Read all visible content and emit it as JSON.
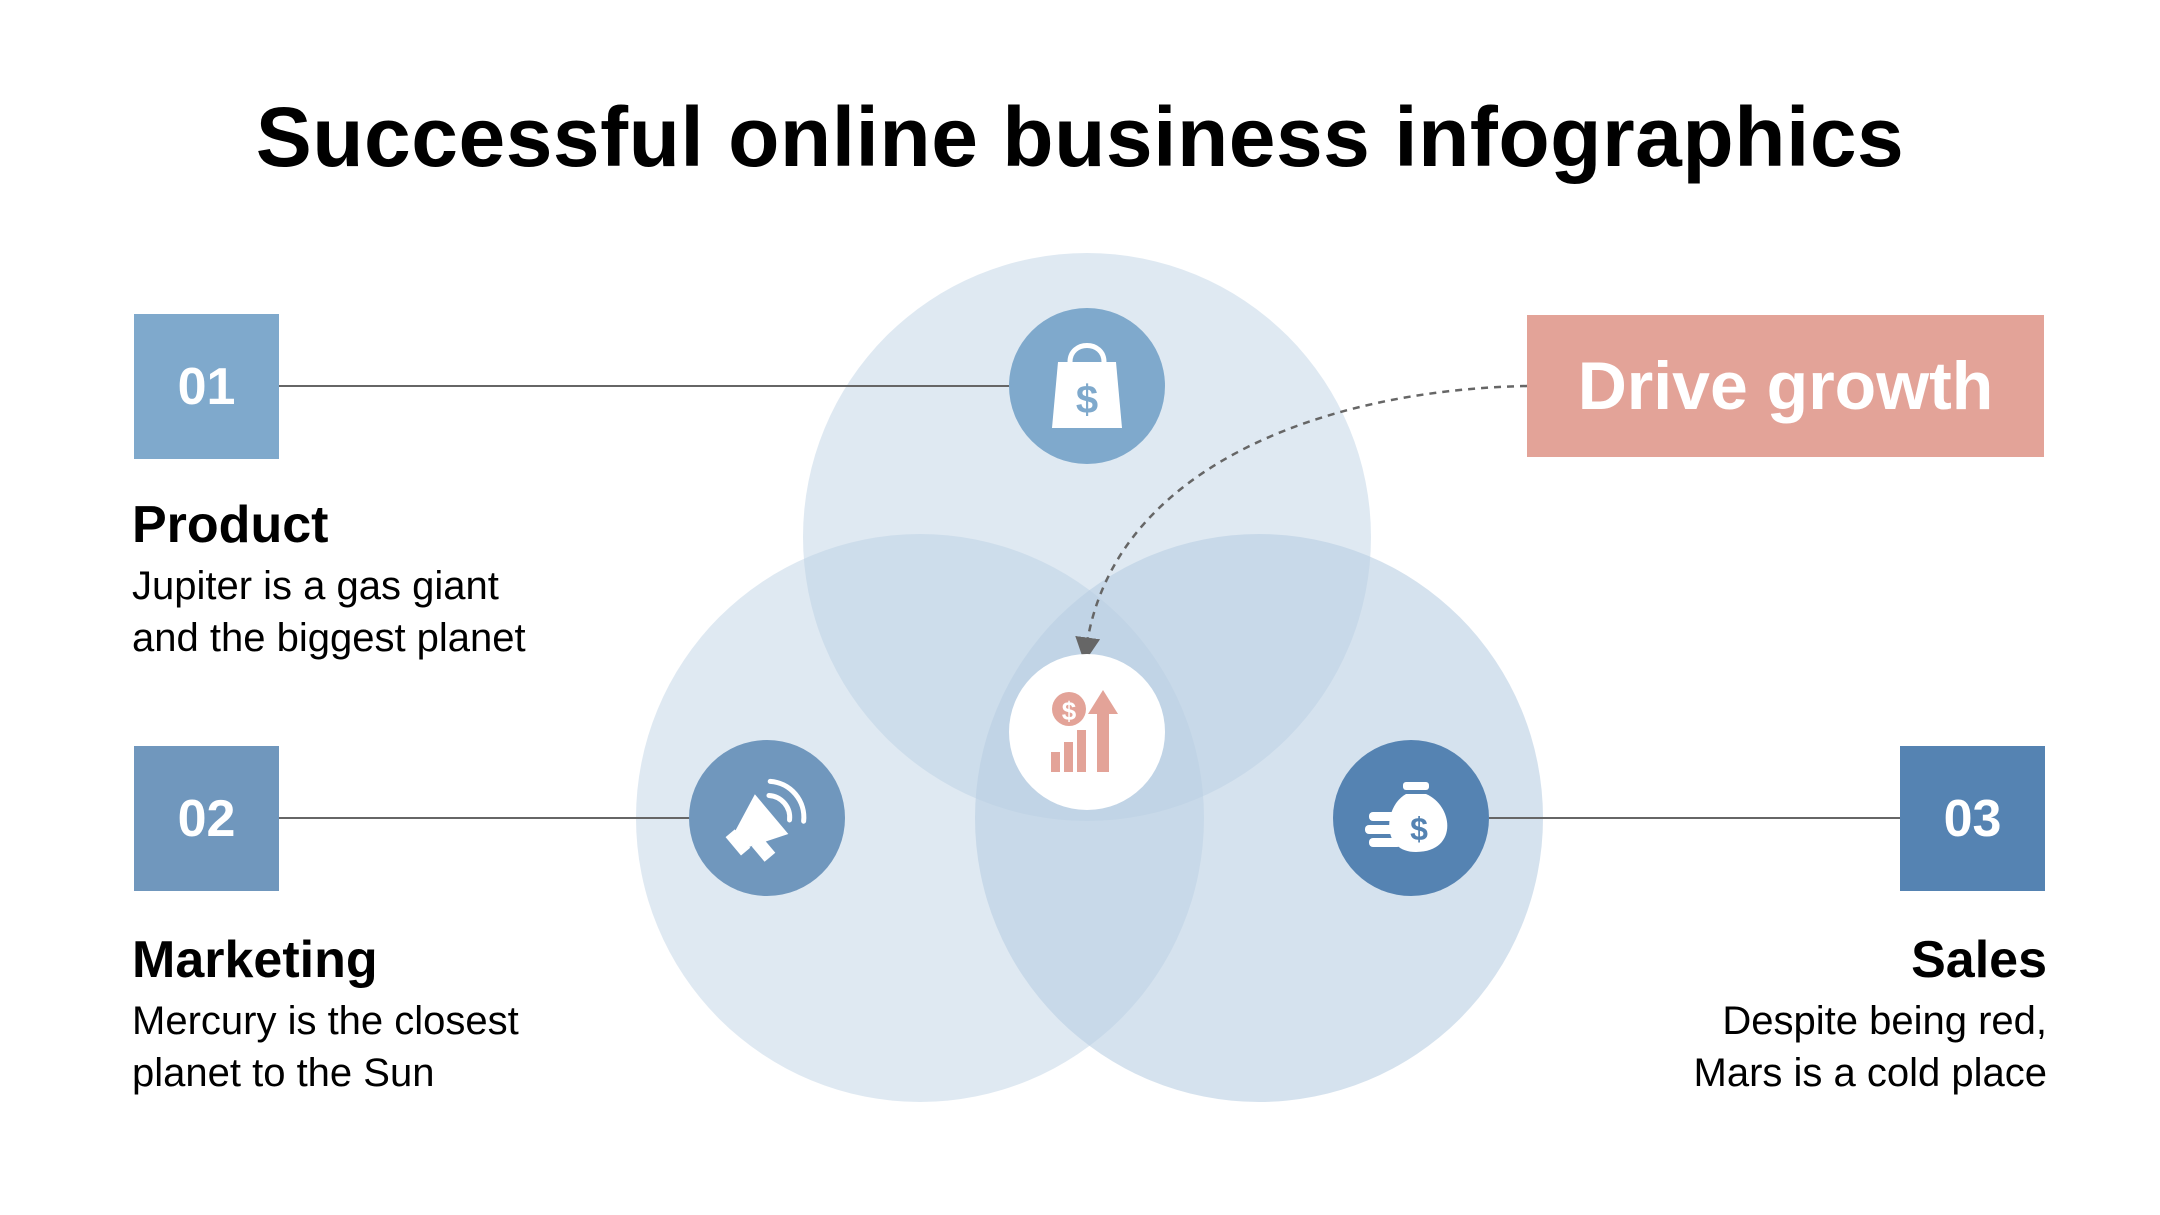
{
  "title": "Successful online business infographics",
  "callout": {
    "label": "Drive growth",
    "color": "#e3a398"
  },
  "colors": {
    "circle_fill": "#b9cfe2",
    "connector": "#666666",
    "growth_icon": "#e3a398"
  },
  "items": [
    {
      "number": "01",
      "heading": "Product",
      "lines": [
        "Jupiter is a gas giant",
        "and the biggest planet"
      ],
      "color": "#7fa9cc",
      "icon": "shopping-bag-dollar-icon"
    },
    {
      "number": "02",
      "heading": "Marketing",
      "lines": [
        "Mercury is the closest",
        "planet to the Sun"
      ],
      "color": "#7097bd",
      "icon": "megaphone-icon"
    },
    {
      "number": "03",
      "heading": "Sales",
      "lines": [
        "Despite being red,",
        "Mars is a cold place"
      ],
      "color": "#5583b2",
      "icon": "money-bag-coins-icon"
    }
  ],
  "center_icon": "growth-chart-dollar-icon"
}
